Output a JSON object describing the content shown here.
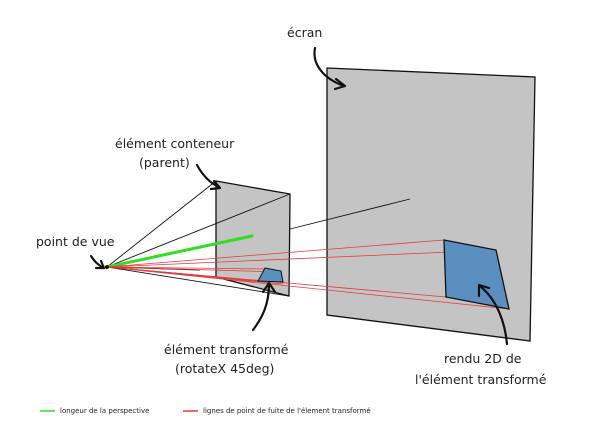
{
  "labels": {
    "screen": "écran",
    "container_line1": "élément conteneur",
    "container_line2": "(parent)",
    "viewpoint": "point de vue",
    "transformed_line1": "élément transformé",
    "transformed_line2": "(rotateX 45deg)",
    "render_line1": "rendu 2D de",
    "render_line2": "l'élément transformé"
  },
  "legend": {
    "perspective_length": "longeur de la perspective",
    "vanishing_lines": "lignes de point de fuite de l'élement transformé"
  },
  "colors": {
    "plane_fill": "#c4c4c4",
    "element_fill": "#5b8fc0",
    "perspective_line": "#33dd22",
    "vanishing_lines": "#e23b3b",
    "ink": "#111111"
  }
}
